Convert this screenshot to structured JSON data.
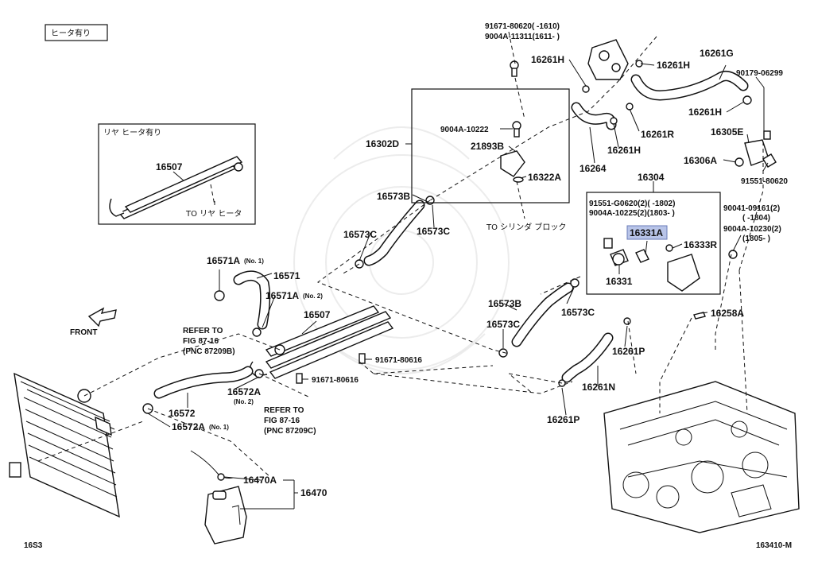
{
  "tag_heater": "ヒータ有り",
  "inset_rear": {
    "title": "リヤ ヒータ有り",
    "part": "16507",
    "to_label": "TO リヤ ヒータ"
  },
  "front_label": "FRONT",
  "to_cylinder_block": "TO シリンダ ブロック",
  "refer1": [
    "REFER TO",
    "FIG 87-16",
    "(PNC 87209B)"
  ],
  "refer2": [
    "REFER TO",
    "FIG 87-16",
    "(PNC 87209C)"
  ],
  "bolt_notes_top": [
    "91671-80620(      -1610)",
    "9004A-11311(1611-      )"
  ],
  "bolt_notes_16304": [
    "91551-G0620(2)(      -1802)",
    "9004A-10225(2)(1803-      )"
  ],
  "bolt_notes_right": [
    "90041-09161(2)",
    "(      -1804)",
    "9004A-10230(2)",
    "(1805-      )"
  ],
  "labels": {
    "p16261H_a": "16261H",
    "p16261H_b": "16261H",
    "p16261G": "16261G",
    "p90179": "90179-06299",
    "p16261H_c": "16261H",
    "p16305E": "16305E",
    "p16306A": "16306A",
    "p91551_80620": "91551-80620",
    "p16261R": "16261R",
    "p16261H_d": "16261H",
    "p16264": "16264",
    "p16304": "16304",
    "p9004A_10222": "9004A-10222",
    "p21893B": "21893B",
    "p16322A": "16322A",
    "p16302D": "16302D",
    "p16573B_a": "16573B",
    "p16573C_a": "16573C",
    "p16573C_b": "16573C",
    "p16331A": "16331A",
    "p16333R": "16333R",
    "p16331": "16331",
    "p16571A_1": "16571A",
    "p16571": "16571",
    "p16571A_2": "16571A",
    "p16507": "16507",
    "p16573B_b": "16573B",
    "p16573C_c": "16573C",
    "p16573C_d": "16573C",
    "p16258A": "16258A",
    "p16261P_a": "16261P",
    "p16261N": "16261N",
    "p16261P_b": "16261P",
    "p91671_80616_a": "91671-80616",
    "p91671_80616_b": "91671-80616",
    "p16572": "16572",
    "p16572A_2": "16572A",
    "p16572A_1": "16572A",
    "p16470A": "16470A",
    "p16470": "16470"
  },
  "sub_notes": {
    "no1": "(No. 1)",
    "no2": "(No. 2)",
    "no2b": "(No. 2)",
    "no1b": "(No. 1)"
  },
  "footer_left": "16S3",
  "footer_right": "163410-M"
}
